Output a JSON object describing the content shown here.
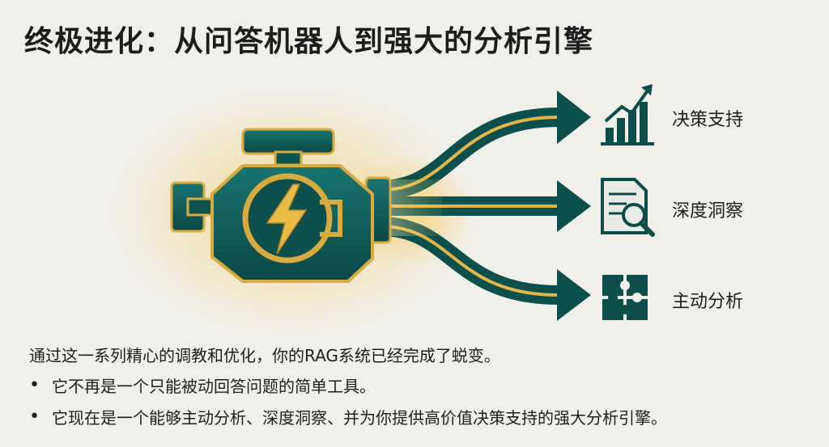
{
  "title": "终极进化：从问答机器人到强大的分析引擎",
  "outputs": [
    {
      "label": "决策支持",
      "icon": "bar-chart-growth-icon"
    },
    {
      "label": "深度洞察",
      "icon": "document-magnifier-icon"
    },
    {
      "label": "主动分析",
      "icon": "puzzle-icon"
    }
  ],
  "intro": "通过这一系列精心的调教和优化，你的RAG系统已经完成了蜕变。",
  "bullets": [
    "它不再是一个只能被动回答问题的简单工具。",
    "它现在是一个能够主动分析、深度洞察、并为你提供高价值决策支持的强大分析引擎。"
  ],
  "colors": {
    "teal": "#0f5a57",
    "teal_dark": "#0a3f3d",
    "gold": "#d8ab3e",
    "glow": "#f6d77c"
  }
}
